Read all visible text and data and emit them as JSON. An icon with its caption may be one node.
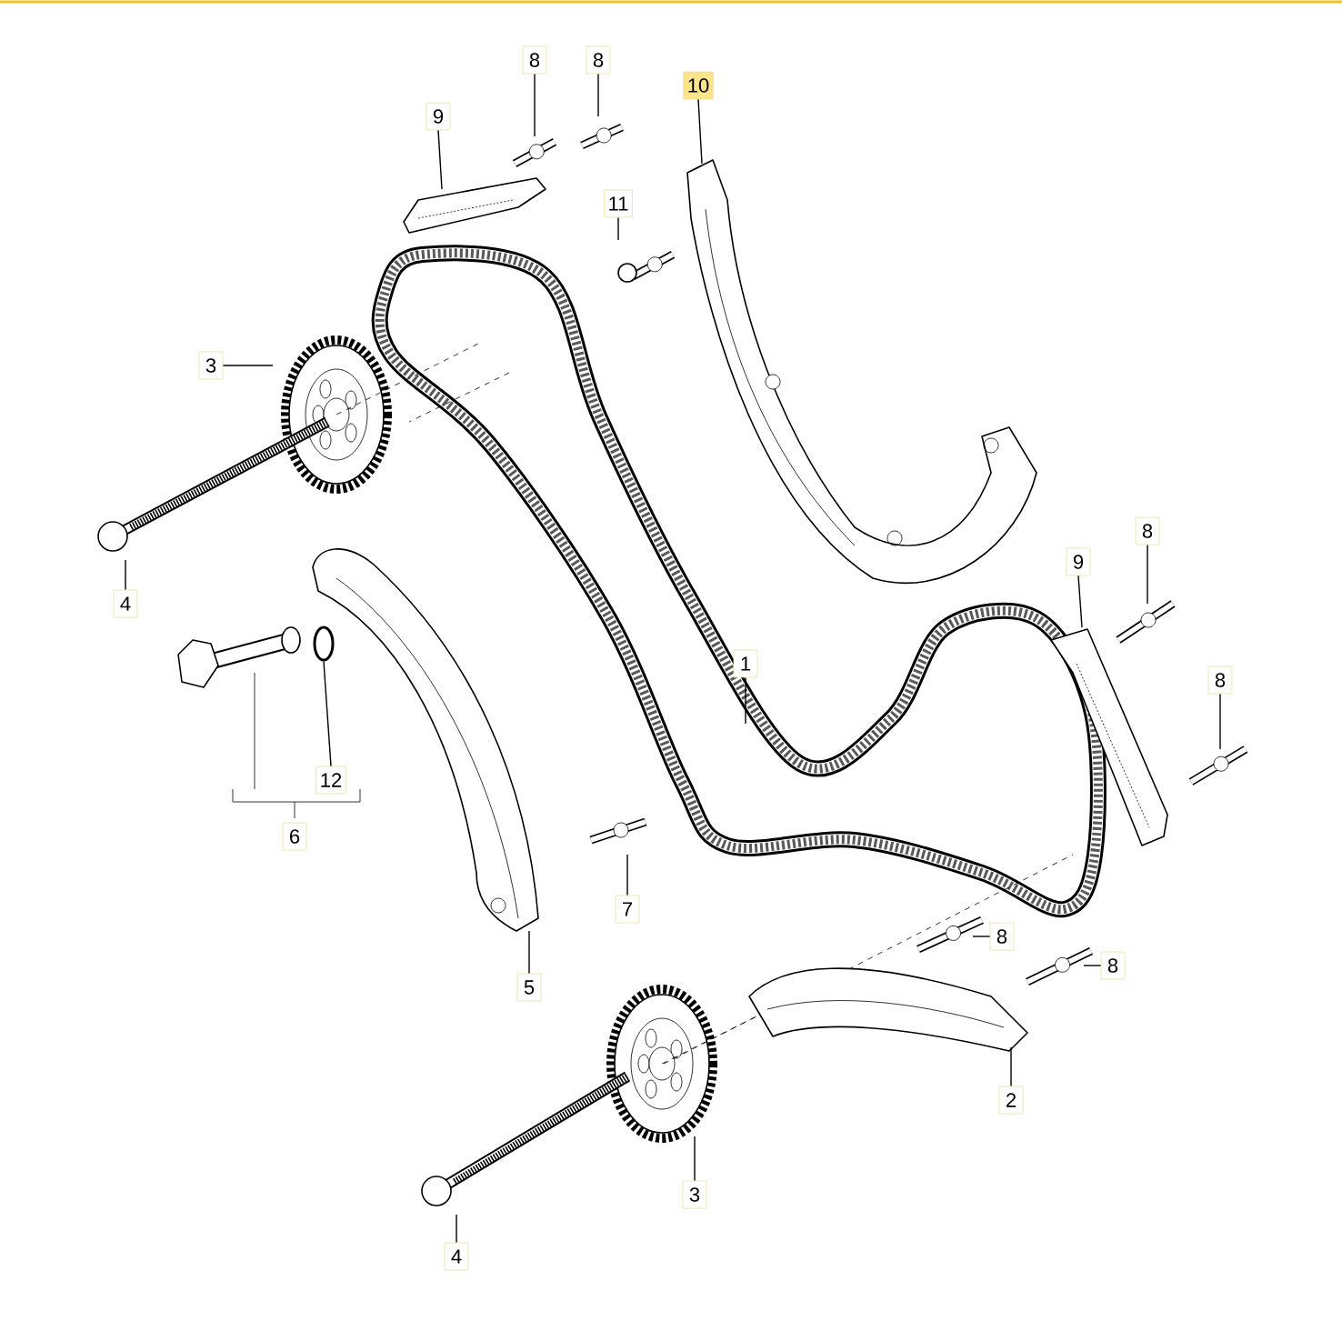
{
  "diagram": {
    "nodes": [
      {
        "text": [
          "8"
        ]
      },
      {
        "text": [
          "8"
        ]
      },
      {
        "text": [
          "9"
        ]
      },
      {
        "text": [
          "10"
        ]
      },
      {
        "text": [
          "11"
        ]
      },
      {
        "text": [
          "3"
        ]
      },
      {
        "text": [
          "4"
        ]
      },
      {
        "text": [
          "12"
        ]
      },
      {
        "text": [
          "6"
        ]
      },
      {
        "text": [
          "1"
        ]
      },
      {
        "text": [
          "9"
        ]
      },
      {
        "text": [
          "8"
        ]
      },
      {
        "text": [
          "8"
        ]
      },
      {
        "text": [
          "7"
        ]
      },
      {
        "text": [
          "5"
        ]
      },
      {
        "text": [
          "8"
        ]
      },
      {
        "text": [
          "8"
        ]
      },
      {
        "text": [
          "2"
        ]
      },
      {
        "text": [
          "3"
        ]
      },
      {
        "text": [
          "4"
        ]
      },
      {
        "text": [],
        "shape": "circle"
      }
    ],
    "edges": [
      {
        "from": 0,
        "to": null,
        "arrow": "none"
      },
      {
        "from": 1,
        "to": null,
        "arrow": "none"
      },
      {
        "from": 2,
        "to": null,
        "arrow": "none"
      },
      {
        "from": 3,
        "to": null,
        "arrow": "none"
      },
      {
        "from": 4,
        "to": null,
        "arrow": "none"
      },
      {
        "from": 5,
        "to": null,
        "arrow": "none"
      },
      {
        "from": 6,
        "to": null,
        "arrow": "none"
      },
      {
        "from": 7,
        "to": 20,
        "arrow": "none"
      },
      {
        "from": 9,
        "to": null,
        "arrow": "none"
      },
      {
        "from": 10,
        "to": null,
        "arrow": "none"
      },
      {
        "from": 11,
        "to": null,
        "arrow": "none"
      },
      {
        "from": 12,
        "to": null,
        "arrow": "none"
      },
      {
        "from": 13,
        "to": null,
        "arrow": "none"
      },
      {
        "from": 14,
        "to": null,
        "arrow": "none"
      },
      {
        "from": 15,
        "to": null,
        "arrow": "none"
      },
      {
        "from": 16,
        "to": null,
        "arrow": "none"
      },
      {
        "from": 17,
        "to": null,
        "arrow": "none"
      },
      {
        "from": 18,
        "to": null,
        "arrow": "none"
      },
      {
        "from": 19,
        "to": null,
        "arrow": "none"
      }
    ]
  }
}
